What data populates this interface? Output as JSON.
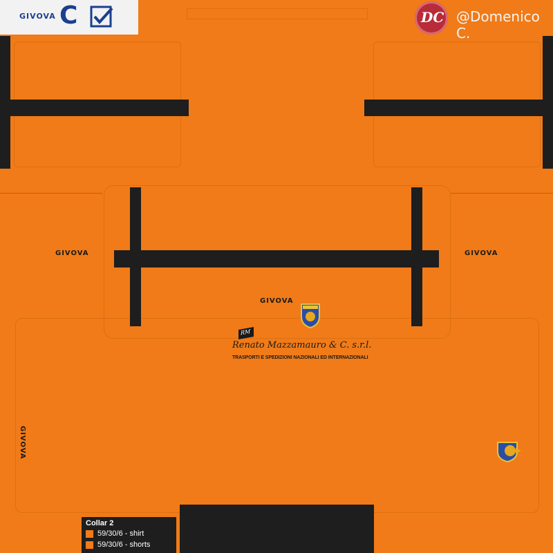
{
  "header": {
    "brand_text": "GIVOVA",
    "brand_letter": "C",
    "brand_blue": "#1b3f8f",
    "author": "@Domenico C.",
    "author_initials": "DC"
  },
  "kit": {
    "shirt_color": "#f07b18",
    "trim_color": "#1e1e1e",
    "brand_labels": [
      "GIVOVA",
      "GIVOVA",
      "GIVOVA",
      "GIVOVA"
    ],
    "sponsor_name": "Renato Mazzamauro & C. s.r.l.",
    "sponsor_tagline": "TRASPORTI E SPEDIZIONI NAZIONALI ED INTERNAZIONALI",
    "sponsor_flag_text": "RM"
  },
  "legend": {
    "title": "Collar 2",
    "items": [
      {
        "label": "59/30/6 - shirt",
        "color": "#f07b18"
      },
      {
        "label": "59/30/6 - shorts",
        "color": "#f07b18"
      }
    ]
  }
}
